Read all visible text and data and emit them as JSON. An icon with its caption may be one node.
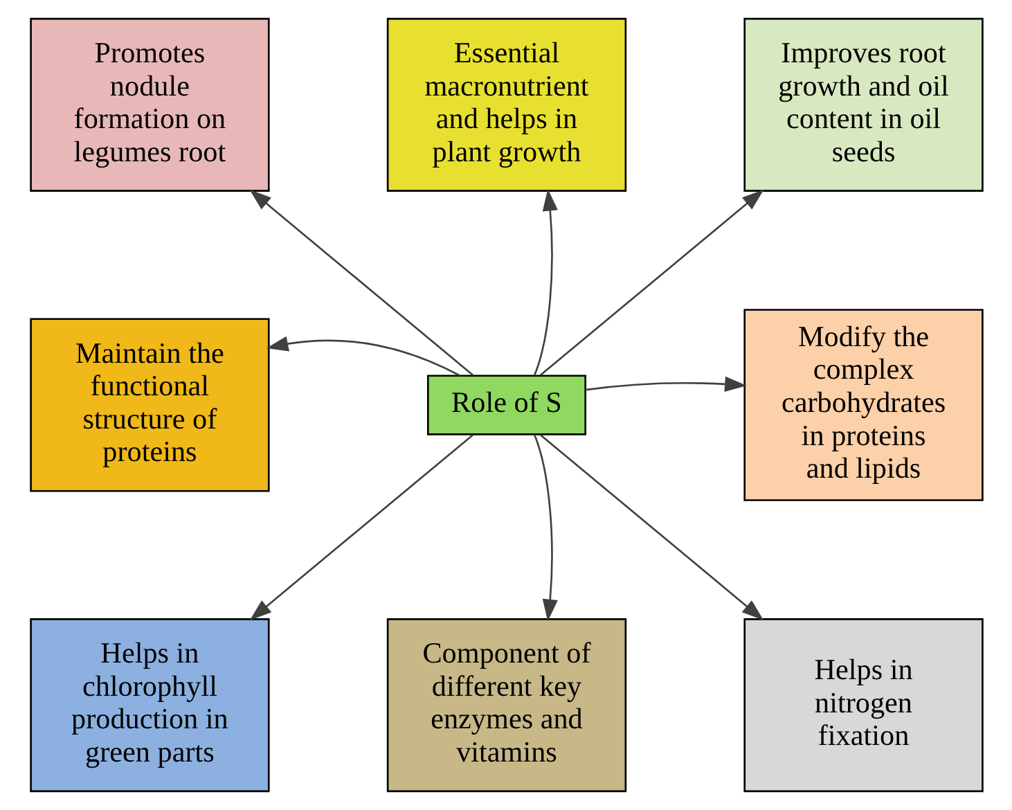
{
  "diagram": {
    "nodes": [
      {
        "text": [
          "Promotes nodule formation on legumes root"
        ]
      },
      {
        "text": [
          "Essential macronutrient and helps in plant growth"
        ]
      },
      {
        "text": [
          "Improves root growth and oil content in oil seeds"
        ]
      },
      {
        "text": [
          "Maintain the functional structure of proteins"
        ]
      },
      {
        "text": [
          "Role of S"
        ]
      },
      {
        "text": [
          "Modify the complex carbohydrates in proteins and lipids"
        ]
      },
      {
        "text": [
          "Helps in chlorophyll production in green parts"
        ]
      },
      {
        "text": [
          "Component of different key enzymes and vitamins"
        ]
      },
      {
        "text": [
          "Helps in nitrogen fixation"
        ]
      }
    ],
    "edges": [
      {
        "from": 4,
        "to": 0,
        "arrow": "to"
      },
      {
        "from": 4,
        "to": 1,
        "arrow": "to"
      },
      {
        "from": 4,
        "to": 2,
        "arrow": "to"
      },
      {
        "from": 4,
        "to": 3,
        "arrow": "to"
      },
      {
        "from": 4,
        "to": 5,
        "arrow": "to"
      },
      {
        "from": 4,
        "to": 6,
        "arrow": "to"
      },
      {
        "from": 4,
        "to": 7,
        "arrow": "to"
      },
      {
        "from": 4,
        "to": 8,
        "arrow": "to"
      }
    ]
  }
}
